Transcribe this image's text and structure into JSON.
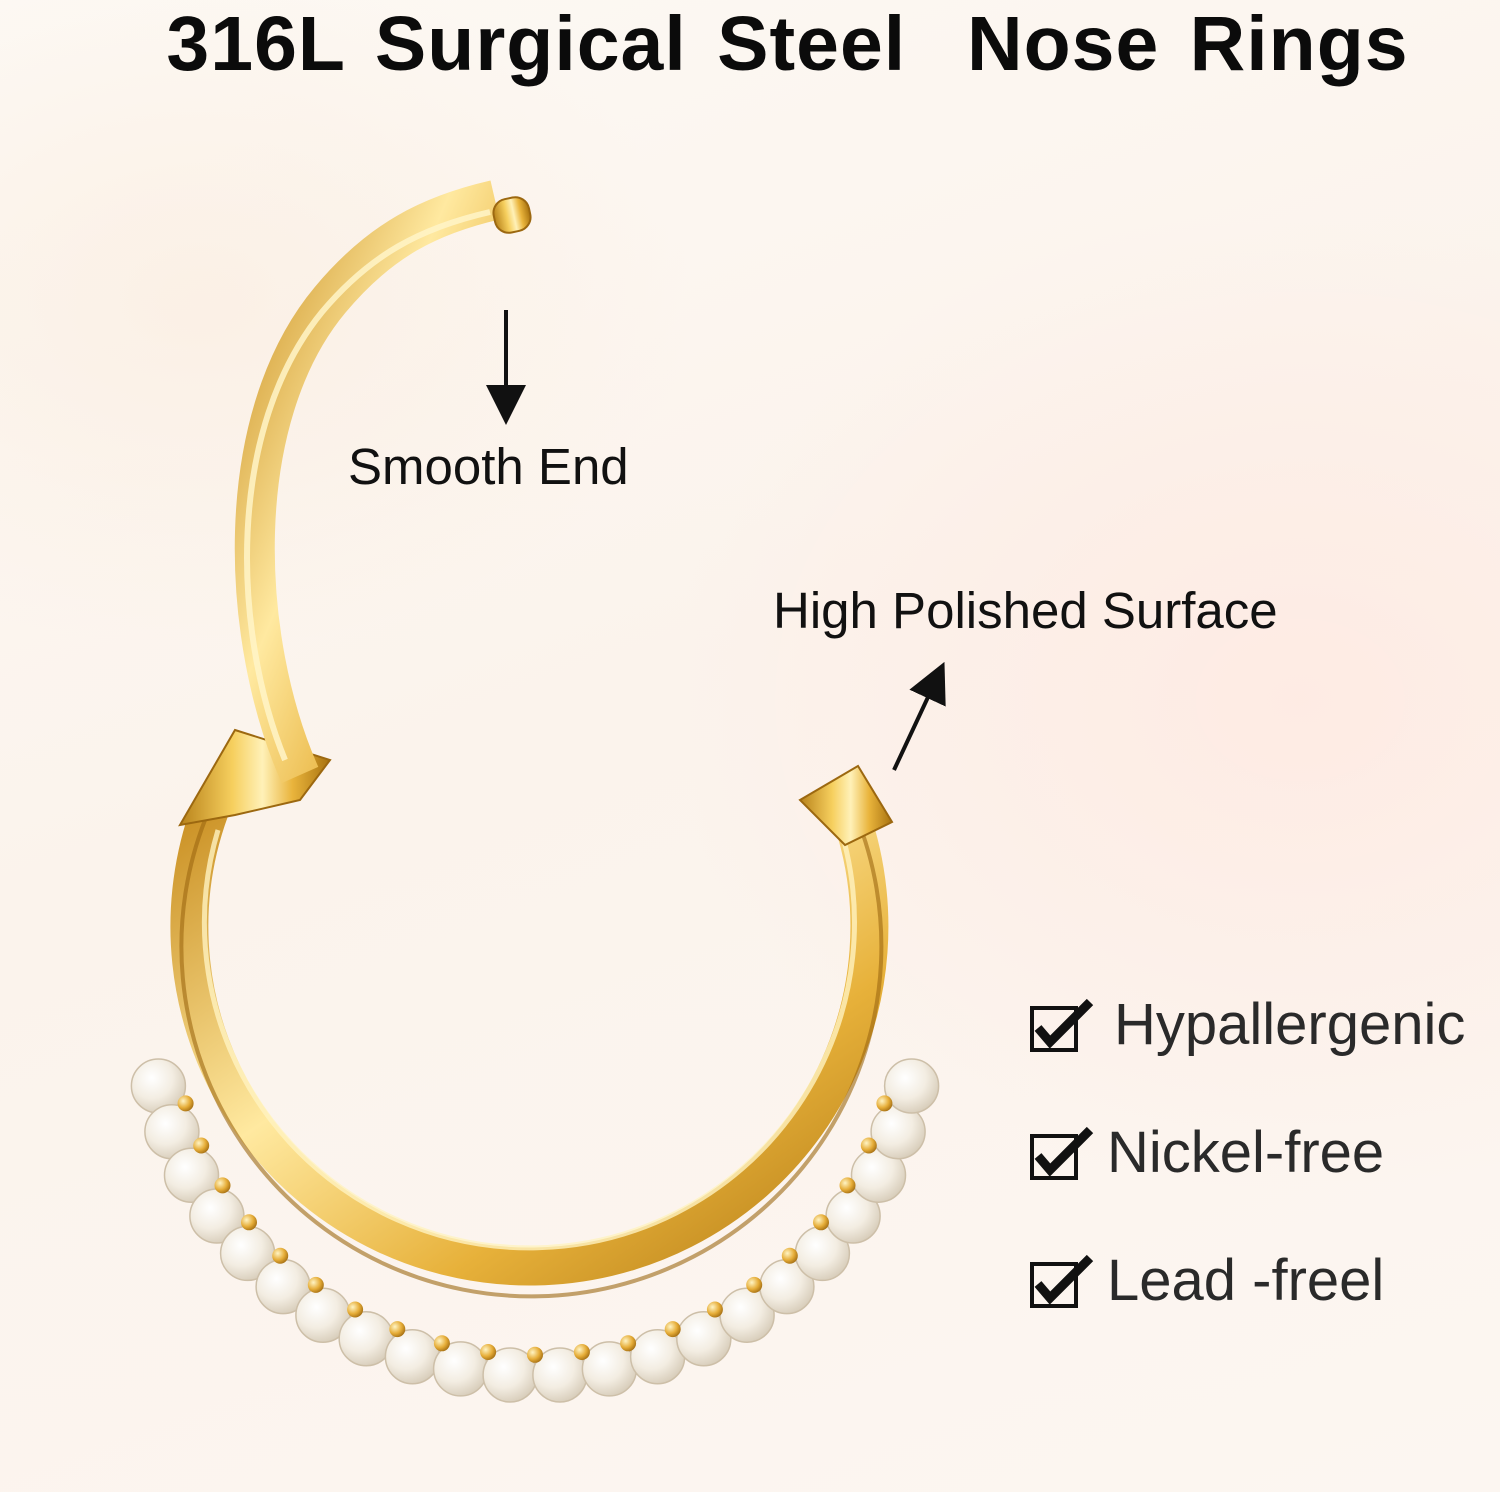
{
  "title": "316L Surgical Steel  Nose Rings",
  "callouts": {
    "smooth_end": "Smooth End",
    "high_polished": "High Polished Surface"
  },
  "features": [
    {
      "label": "Hypallergenic",
      "icon": "checkbox-checked-icon"
    },
    {
      "label": "Nickel-free",
      "icon": "checkbox-checked-icon"
    },
    {
      "label": "Lead -freel",
      "icon": "checkbox-checked-icon"
    }
  ],
  "colors": {
    "gold": "#e9b43c",
    "gold_highlight": "#fff1b8",
    "gold_shadow": "#b8821a",
    "pearl": "#f4eee4",
    "background": "#fbf7f2",
    "text": "#111111"
  }
}
